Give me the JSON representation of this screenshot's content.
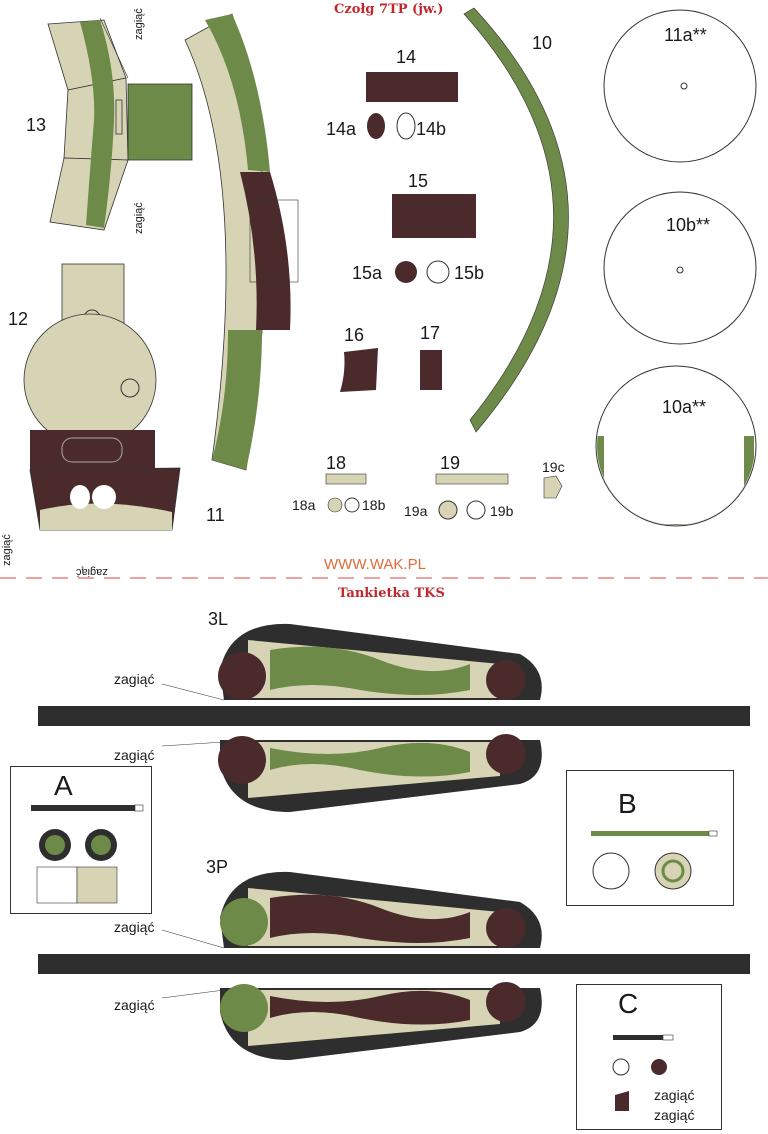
{
  "sheet": {
    "title_top": "Czołg 7TP (jw.)",
    "title_bottom": "Tankietka TKS",
    "website": "WWW.WAK.PL"
  },
  "parts_7tp": {
    "p10": "10",
    "p10a": "10a**",
    "p10b": "10b**",
    "p11": "11",
    "p11a": "11a**",
    "p12": "12",
    "p13": "13",
    "p14": "14",
    "p14a": "14a",
    "p14b": "14b",
    "p15": "15",
    "p15a": "15a",
    "p15b": "15b",
    "p16": "16",
    "p17": "17",
    "p18": "18",
    "p18a": "18a",
    "p18b": "18b",
    "p19": "19",
    "p19a": "19a",
    "p19b": "19b",
    "p19c": "19c"
  },
  "parts_tks": {
    "p3L": "3L",
    "p3P": "3P",
    "pA": "A",
    "pB": "B",
    "pC": "C"
  },
  "fold_text": "zagiąć",
  "colors": {
    "green": "#6e8a48",
    "brown": "#4a2a2a",
    "khaki": "#d6d4b4",
    "track": "#2e2e2e",
    "title_red": "#c0282e",
    "divider": "#e06a6a"
  }
}
